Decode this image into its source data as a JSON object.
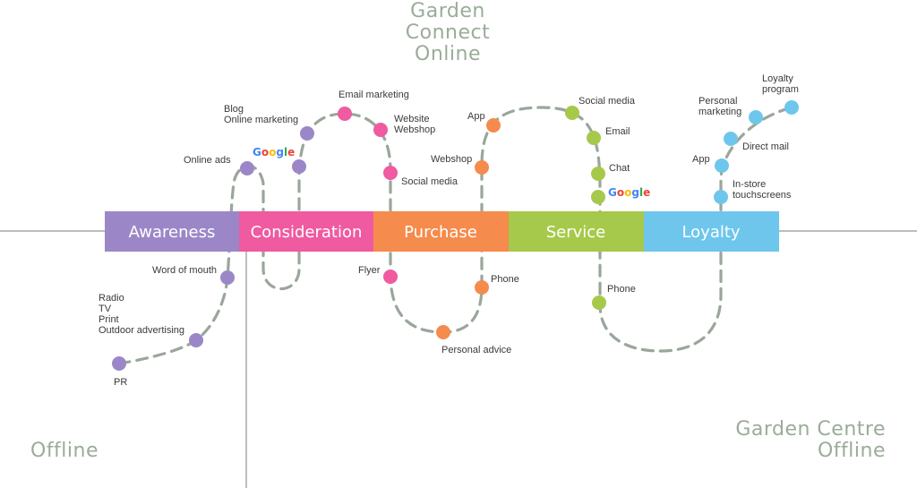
{
  "headings": {
    "top_line1": "Garden Connect",
    "top_line2": "Online",
    "bottom_left": "Offline",
    "bottom_right_line1": "Garden Centre",
    "bottom_right_line2": "Offline"
  },
  "stages": [
    {
      "label": "Awareness",
      "color": "#9b87c8"
    },
    {
      "label": "Consideration",
      "color": "#ef5aa0"
    },
    {
      "label": "Purchase",
      "color": "#f58b4c"
    },
    {
      "label": "Service",
      "color": "#a6c94b"
    },
    {
      "label": "Loyalty",
      "color": "#6ec6ec"
    }
  ],
  "touchpoints": {
    "awareness": {
      "pr": "PR",
      "radio": "Radio",
      "tv": "TV",
      "print": "Print",
      "outdoor": "Outdoor advertising",
      "word_of_mouth": "Word of mouth",
      "online_ads": "Online ads"
    },
    "consideration": {
      "blog": "Blog",
      "online_marketing": "Online marketing",
      "email_marketing": "Email marketing",
      "website": "Website",
      "webshop": "Webshop",
      "social_media": "Social media",
      "flyer": "Flyer"
    },
    "purchase": {
      "app": "App",
      "webshop": "Webshop",
      "phone": "Phone",
      "personal_advice": "Personal advice"
    },
    "service": {
      "social_media": "Social media",
      "email": "Email",
      "chat": "Chat",
      "phone": "Phone"
    },
    "loyalty": {
      "loyalty_program_1": "Loyalty",
      "loyalty_program_2": "program",
      "personal_marketing_1": "Personal",
      "personal_marketing_2": "marketing",
      "direct_mail": "Direct mail",
      "app": "App",
      "in_store_1": "In-store",
      "in_store_2": "touchscreens"
    }
  },
  "google_logo": {
    "letters": [
      "G",
      "o",
      "o",
      "g",
      "l",
      "e"
    ],
    "colors": [
      "#4285F4",
      "#EA4335",
      "#FBBC05",
      "#4285F4",
      "#34A853",
      "#EA4335"
    ]
  }
}
